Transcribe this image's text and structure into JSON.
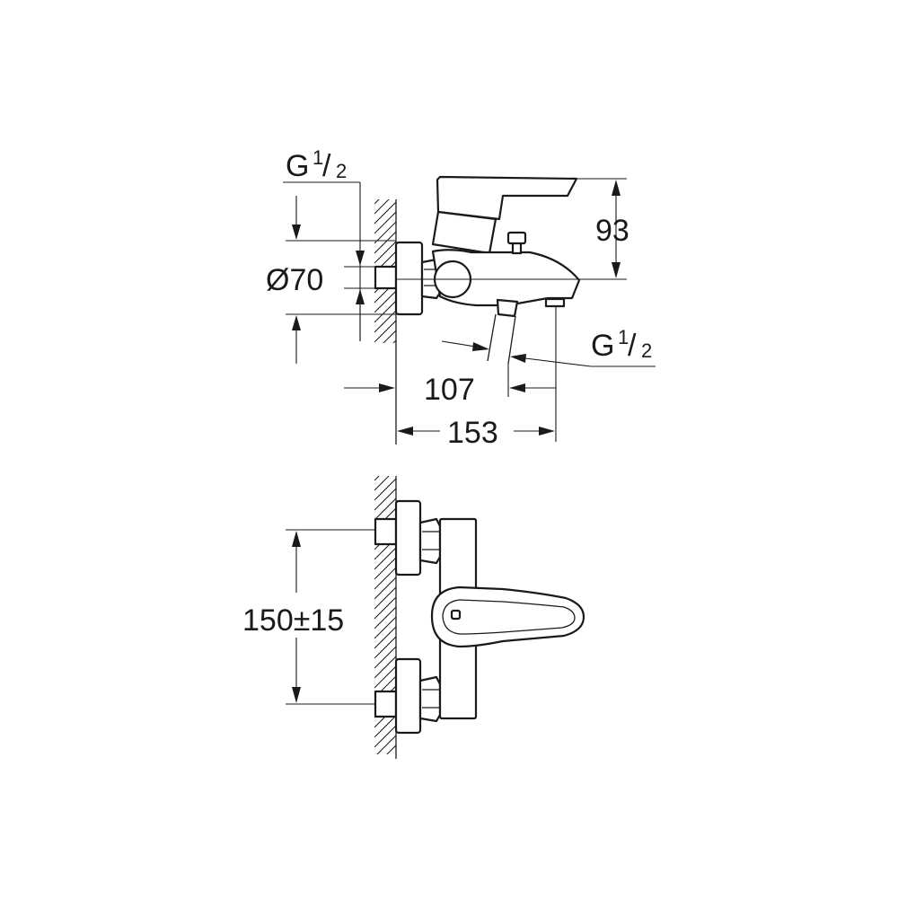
{
  "dimensions": {
    "inlet_thread_top": {
      "g": "G",
      "num": "1",
      "slash": "/",
      "den": "2"
    },
    "height": "93",
    "flange_diameter": "Ø70",
    "outlet_thread": {
      "g": "G",
      "num": "1",
      "slash": "/",
      "den": "2"
    },
    "spout_offset": "107",
    "total_depth": "153",
    "center_distance": "150±15"
  }
}
